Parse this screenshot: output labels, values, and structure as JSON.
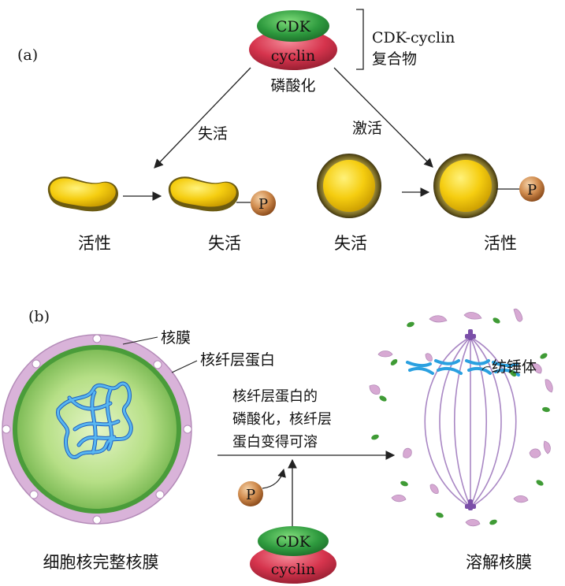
{
  "panel_a": {
    "label": "(a)",
    "complex": {
      "cdk": "CDK",
      "cyclin": "cyclin",
      "name_line1": "CDK-cyclin",
      "name_line2": "复合物"
    },
    "phosphorylation": "磷酸化",
    "left_arrow_label": "失活",
    "right_arrow_label": "激活",
    "phosphate": "P",
    "states": [
      "活性",
      "失活",
      "失活",
      "活性"
    ]
  },
  "panel_b": {
    "label": "(b)",
    "nuclear_envelope": "核膜",
    "nuclear_lamina": "核纤层蛋白",
    "spindle": "纺锤体",
    "process_lines": [
      "核纤层蛋白的",
      "磷酸化，核纤层",
      "蛋白变得可溶"
    ],
    "phosphate": "P",
    "complex": {
      "cdk": "CDK",
      "cyclin": "cyclin"
    },
    "left_caption": "细胞核完整核膜",
    "right_caption": "溶解核膜"
  },
  "colors": {
    "cdk_green": "#2e9a3e",
    "cyclin_red": "#d6344d",
    "protein_yellow": "#f2c811",
    "phosphate_brown": "#b86b2c",
    "membrane_lilac": "#d9b3d9",
    "lamina_green": "#4a9c3a",
    "chromatin_blue": "#3a9fe0",
    "spindle_purple": "#a987c4"
  }
}
